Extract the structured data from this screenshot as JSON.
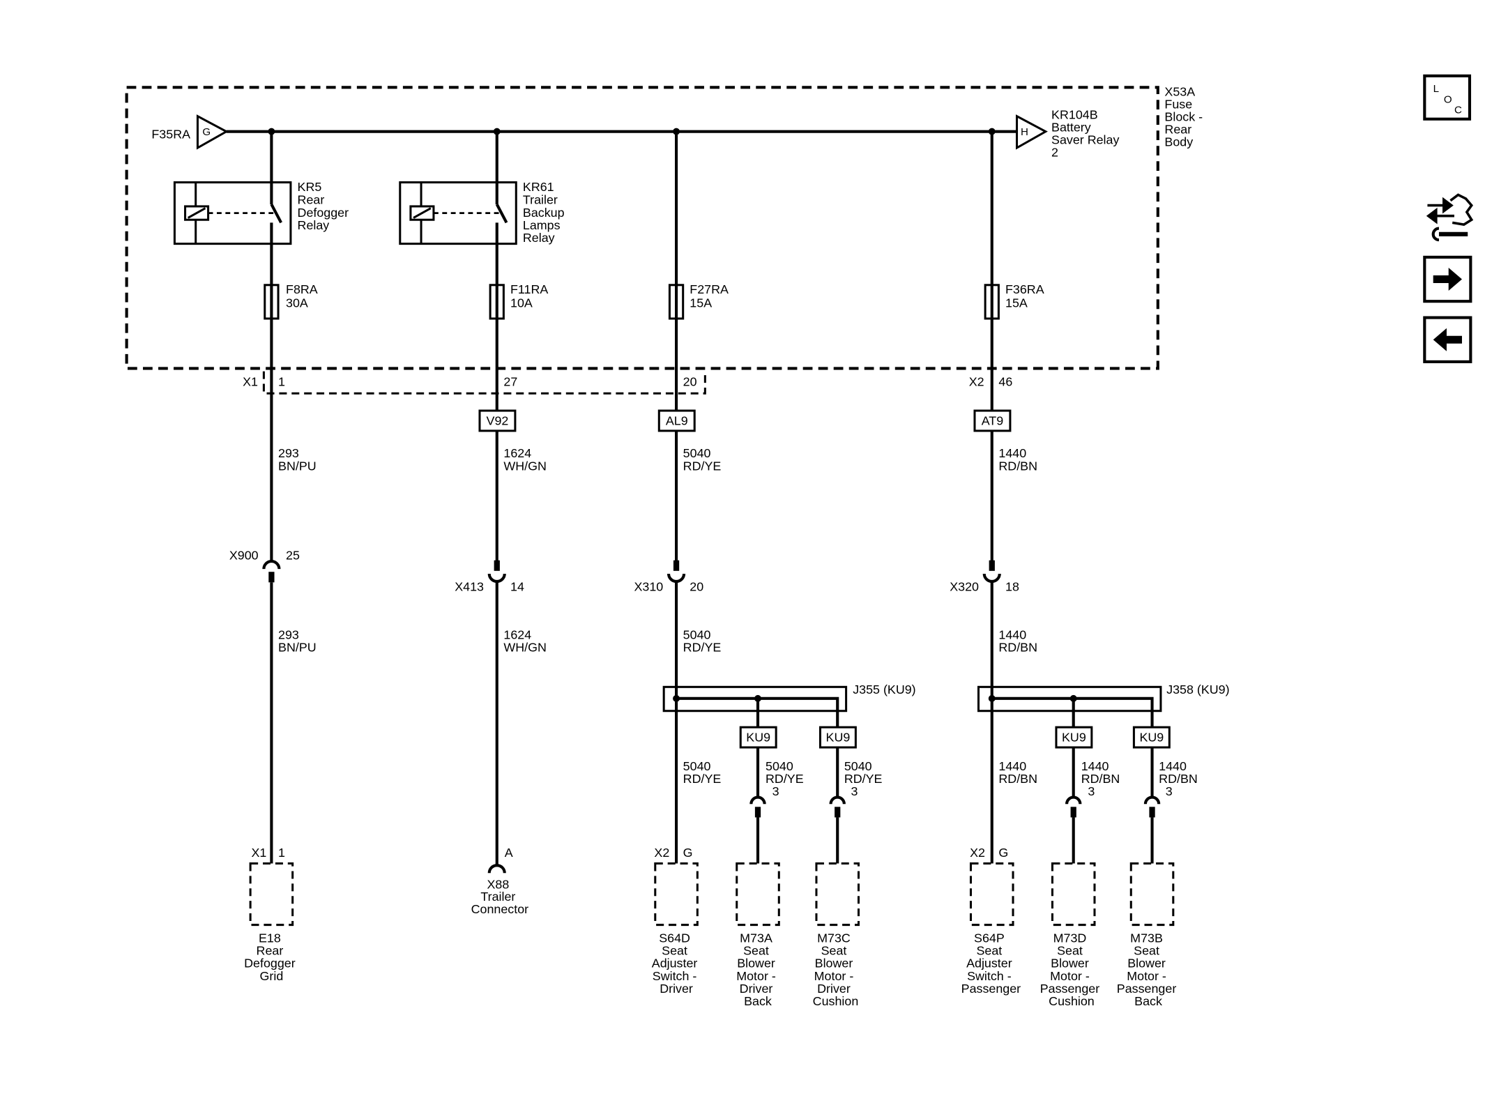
{
  "fuse_block": {
    "label": [
      "X53A",
      "Fuse",
      "Block -",
      "Rear",
      "Body"
    ],
    "feed_circuit": "F35RA",
    "feed_pin": "G",
    "output_pin": "H",
    "output_label": [
      "KR104B",
      "Battery",
      "Saver Relay",
      "2"
    ]
  },
  "relays": [
    {
      "label": [
        "KR5",
        "Rear",
        "Defogger",
        "Relay"
      ]
    },
    {
      "label": [
        "KR61",
        "Trailer",
        "Backup",
        "Lamps",
        "Relay"
      ]
    }
  ],
  "fuses": [
    {
      "name": "F8RA",
      "rating": "30A"
    },
    {
      "name": "F11RA",
      "rating": "10A"
    },
    {
      "name": "F27RA",
      "rating": "15A"
    },
    {
      "name": "F36RA",
      "rating": "15A"
    }
  ],
  "block_connectors": {
    "x1": {
      "name": "X1",
      "pins": [
        "1",
        "27",
        "20"
      ]
    },
    "x2": {
      "name": "X2",
      "pin": "46"
    }
  },
  "options": [
    "V92",
    "AL9",
    "AT9"
  ],
  "wires": {
    "w293": {
      "circuit": "293",
      "color": "BN/PU"
    },
    "w1624": {
      "circuit": "1624",
      "color": "WH/GN"
    },
    "w5040": {
      "circuit": "5040",
      "color": "RD/YE"
    },
    "w1440": {
      "circuit": "1440",
      "color": "RD/BN"
    }
  },
  "inline_connectors": [
    {
      "name": "X900",
      "pin": "25"
    },
    {
      "name": "X413",
      "pin": "14"
    },
    {
      "name": "X310",
      "pin": "20"
    },
    {
      "name": "X320",
      "pin": "18"
    }
  ],
  "splices": [
    {
      "name": "J355 (KU9)",
      "option": "KU9",
      "drop_pin": "3"
    },
    {
      "name": "J358 (KU9)",
      "option": "KU9",
      "drop_pin": "3"
    }
  ],
  "components": [
    {
      "connector": "X1",
      "pin": "1",
      "label": [
        "E18",
        "Rear",
        "Defogger",
        "Grid"
      ]
    },
    {
      "pin": "A",
      "label": [
        "X88",
        "Trailer",
        "Connector"
      ]
    },
    {
      "connector": "X2",
      "pin": "G",
      "label": [
        "S64D",
        "Seat",
        "Adjuster",
        "Switch -",
        "Driver"
      ]
    },
    {
      "label": [
        "M73A",
        "Seat",
        "Blower",
        "Motor -",
        "Driver",
        "Back"
      ]
    },
    {
      "label": [
        "M73C",
        "Seat",
        "Blower",
        "Motor -",
        "Driver",
        "Cushion"
      ]
    },
    {
      "connector": "X2",
      "pin": "G",
      "label": [
        "S64P",
        "Seat",
        "Adjuster",
        "Switch -",
        "Passenger"
      ]
    },
    {
      "label": [
        "M73D",
        "Seat",
        "Blower",
        "Motor -",
        "Passenger",
        "Cushion"
      ]
    },
    {
      "label": [
        "M73B",
        "Seat",
        "Blower",
        "Motor -",
        "Passenger",
        "Back"
      ]
    }
  ],
  "nav": {
    "loc_letters": [
      "L",
      "O",
      "C"
    ],
    "icons": [
      "loc-icon",
      "connector-tools-icon",
      "next-arrow-icon",
      "back-arrow-icon"
    ]
  }
}
